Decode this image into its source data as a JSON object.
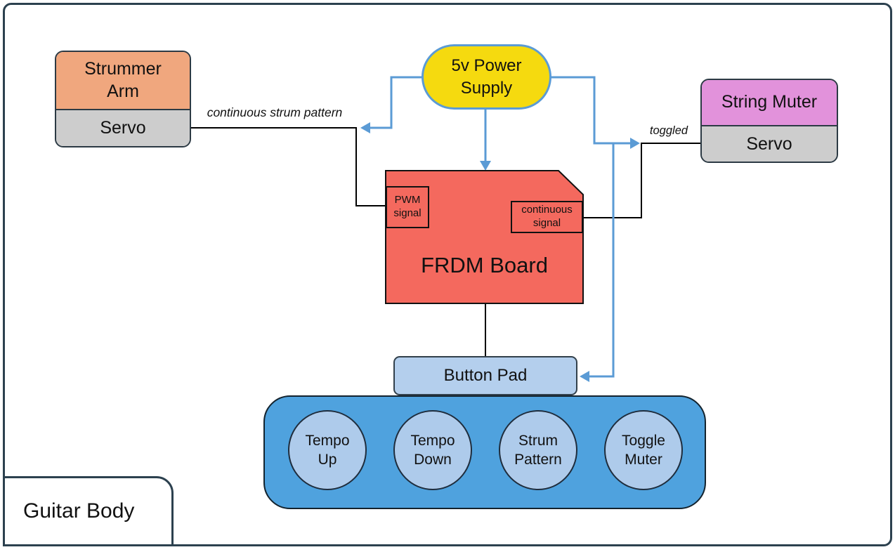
{
  "diagram_label": "Guitar Body",
  "strummer": {
    "title": "Strummer Arm",
    "part": "Servo"
  },
  "power_supply": {
    "label": "5v Power Supply"
  },
  "string_muter": {
    "title": "String Muter",
    "part": "Servo"
  },
  "frdm": {
    "title": "FRDM Board",
    "left_port": "PWM signal",
    "right_port": "continuous signal"
  },
  "button_pad": {
    "label": "Button Pad"
  },
  "buttons": [
    {
      "label": "Tempo Up"
    },
    {
      "label": "Tempo Down"
    },
    {
      "label": "Strum Pattern"
    },
    {
      "label": "Toggle Muter"
    }
  ],
  "wire_labels": {
    "strum": "continuous strum pattern",
    "toggle": "toggled"
  },
  "colors": {
    "strummer_fill": "#F0A77E",
    "servo_fill": "#CDCDCD",
    "power_fill": "#F5DA0F",
    "power_border": "#5B9BD5",
    "muter_fill": "#E292DB",
    "frdm_fill": "#F4695E",
    "button_pad_fill": "#B4CFED",
    "pad_container_fill": "#4FA2DE",
    "button_fill": "#AECBEB",
    "wire_blue": "#5B9BD5",
    "wire_black": "#000000",
    "outer_border": "#2C414F"
  }
}
